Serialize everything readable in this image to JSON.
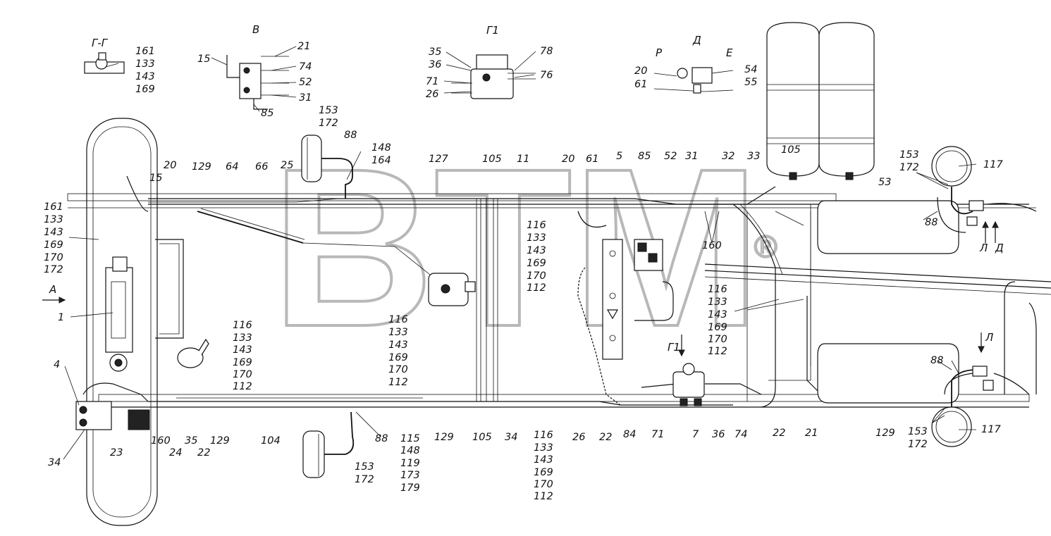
{
  "watermark": {
    "text": "BTM",
    "mark": "®"
  },
  "sections": {
    "gg": "Г-Г",
    "v": "В",
    "g1": "Г1",
    "d": "Д",
    "p": "Р",
    "e": "Е",
    "a": "А",
    "g1_arrow": "Г1",
    "l_upper": "Л",
    "d_upper": "Д",
    "l_lower": "Л"
  },
  "labels": {
    "gg_161": "161",
    "gg_133": "133",
    "gg_143": "143",
    "gg_169": "169",
    "v_15": "15",
    "v_21": "21",
    "v_74": "74",
    "v_52": "52",
    "v_31": "31",
    "v_85": "85",
    "g1_35": "35",
    "g1_36": "36",
    "g1_71": "71",
    "g1_26": "26",
    "g1_78": "78",
    "g1_76": "76",
    "d_20": "20",
    "d_61": "61",
    "d_54": "54",
    "d_55": "55",
    "c_153_top": "153",
    "c_172_top": "172",
    "c_88_top": "88",
    "c_148_top": "148",
    "c_164_top": "164",
    "c_129_top": "129",
    "c_64": "64",
    "c_66": "66",
    "c_25": "25",
    "c_20_left": "20",
    "c_15_left": "15",
    "c_127": "127",
    "c_105_mid": "105",
    "c_11": "11",
    "c_20_mid": "20",
    "c_61_mid": "61",
    "c_5": "5",
    "c_85_mid": "85",
    "c_52_mid": "52",
    "c_31_mid": "31",
    "c_32": "32",
    "c_33": "33",
    "c_105_right": "105",
    "c_53": "53",
    "c_153_r": "153",
    "c_172_r": "172",
    "c_117_top": "117",
    "c_88_r": "88",
    "c_160_mid": "160",
    "left_stack": [
      "161",
      "133",
      "143",
      "169",
      "170",
      "172"
    ],
    "stack_a": [
      "116",
      "133",
      "143",
      "169",
      "170",
      "112"
    ],
    "stack_b": [
      "116",
      "133",
      "143",
      "169",
      "170",
      "112"
    ],
    "stack_c": [
      "116",
      "133",
      "143",
      "169",
      "170",
      "112"
    ],
    "stack_d": [
      "116",
      "133",
      "143",
      "169",
      "170",
      "112"
    ],
    "stack_e": [
      "116",
      "133",
      "143",
      "169",
      "170",
      "112"
    ],
    "stack_f": [
      "115",
      "148",
      "119",
      "173",
      "179"
    ],
    "c_1": "1",
    "c_4": "4",
    "c_34_left": "34",
    "c_23": "23",
    "c_24": "24",
    "c_160_low": "160",
    "c_35": "35",
    "c_22_left": "22",
    "c_129_low": "129",
    "c_104": "104",
    "c_88_low": "88",
    "c_153_low": "153",
    "c_172_low": "172",
    "c_129_mid": "129",
    "c_105_low": "105",
    "c_34_mid": "34",
    "c_26": "26",
    "c_22_mid": "22",
    "c_84": "84",
    "c_71": "71",
    "c_7": "7",
    "c_36": "36",
    "c_74": "74",
    "c_22_right": "22",
    "c_21": "21",
    "c_129_right": "129",
    "c_88_br": "88",
    "c_153_br": "153",
    "c_172_br": "172",
    "c_117_br": "117"
  }
}
